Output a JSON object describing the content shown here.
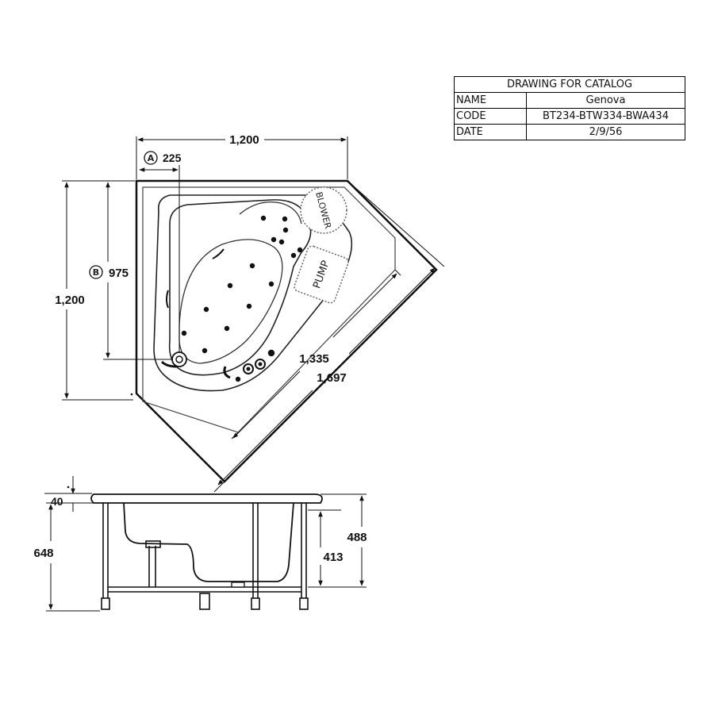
{
  "info_table": {
    "title": "DRAWING FOR CATALOG",
    "rows": [
      {
        "key": "NAME",
        "value": "Genova"
      },
      {
        "key": "CODE",
        "value": "BT234-BTW334-BWA434"
      },
      {
        "key": "DATE",
        "value": "2/9/56"
      }
    ]
  },
  "plan_view": {
    "width_label": "1,200",
    "depth_label": "1,200",
    "marker_a": {
      "letter": "A",
      "value": "225"
    },
    "marker_b": {
      "letter": "B",
      "value": "975"
    },
    "diagonal_inner": "1,335",
    "diagonal_outer": "1,697",
    "blower_label": "BLOWER",
    "pump_label": "PUMP"
  },
  "side_view": {
    "rim_label": "40",
    "total_height_label": "648",
    "overall_right_label": "488",
    "inner_right_label": "413"
  }
}
